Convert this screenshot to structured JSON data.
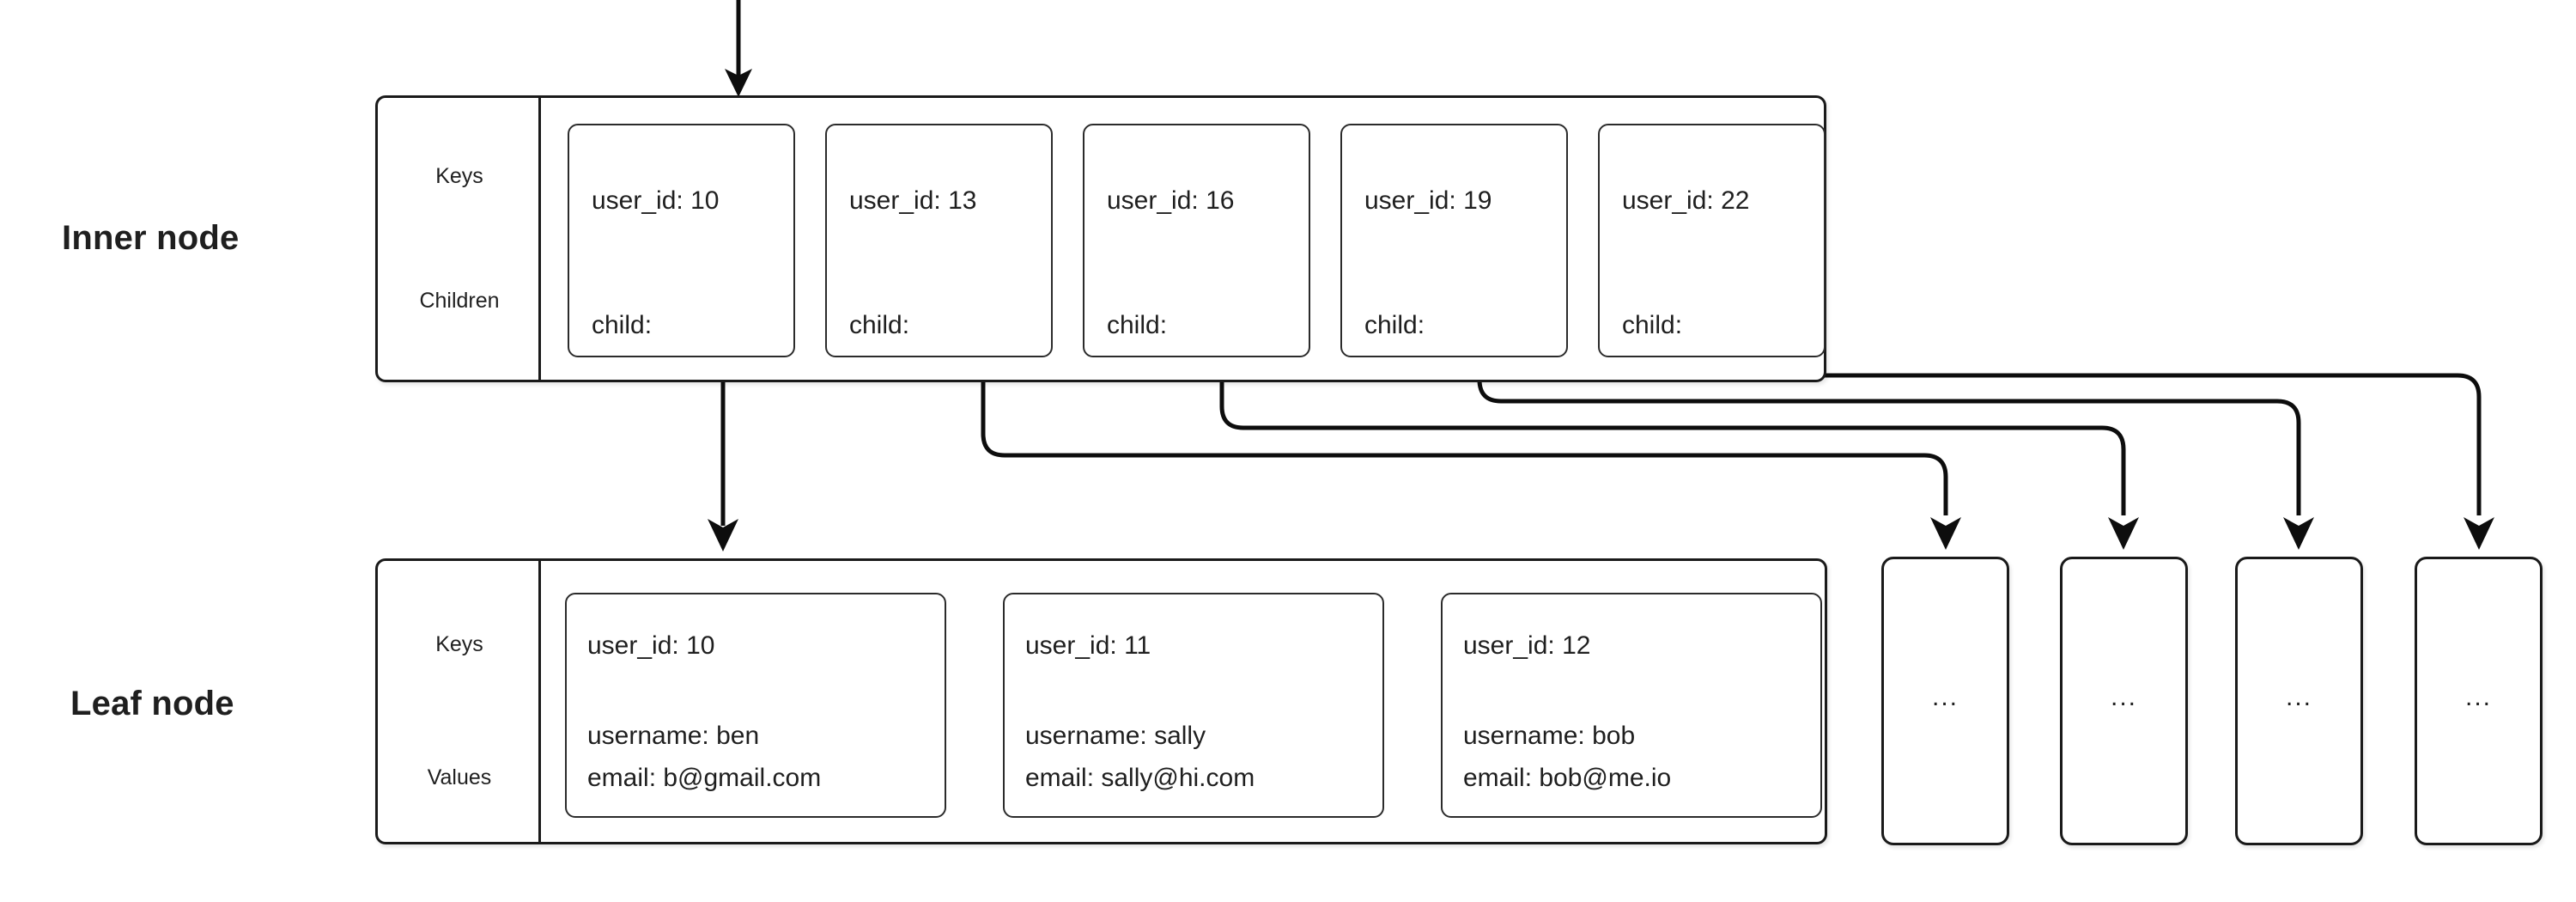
{
  "diagram": {
    "title_labels": {
      "inner": "Inner node",
      "leaf": "Leaf node"
    },
    "inner_node": {
      "gutter": {
        "keys_label": "Keys",
        "children_label": "Children"
      },
      "cells": [
        {
          "key": "user_id: 10",
          "child_label": "child:"
        },
        {
          "key": "user_id: 13",
          "child_label": "child:"
        },
        {
          "key": "user_id: 16",
          "child_label": "child:"
        },
        {
          "key": "user_id: 19",
          "child_label": "child:"
        },
        {
          "key": "user_id: 22",
          "child_label": "child:"
        }
      ]
    },
    "leaf_node": {
      "gutter": {
        "keys_label": "Keys",
        "values_label": "Values"
      },
      "cells": [
        {
          "key": "user_id: 10",
          "username": "username: ben",
          "email": "email: b@gmail.com"
        },
        {
          "key": "user_id: 11",
          "username": "username: sally",
          "email": "email: sally@hi.com"
        },
        {
          "key": "user_id: 12",
          "username": "username: bob",
          "email": "email: bob@me.io"
        }
      ]
    },
    "sibling_placeholders": [
      {
        "label": "..."
      },
      {
        "label": "..."
      },
      {
        "label": "..."
      },
      {
        "label": "..."
      }
    ],
    "colors": {
      "stroke": "#1a1a1a",
      "text": "#1f1f1f",
      "background": "#ffffff",
      "dot": "#0d0d0d"
    }
  }
}
